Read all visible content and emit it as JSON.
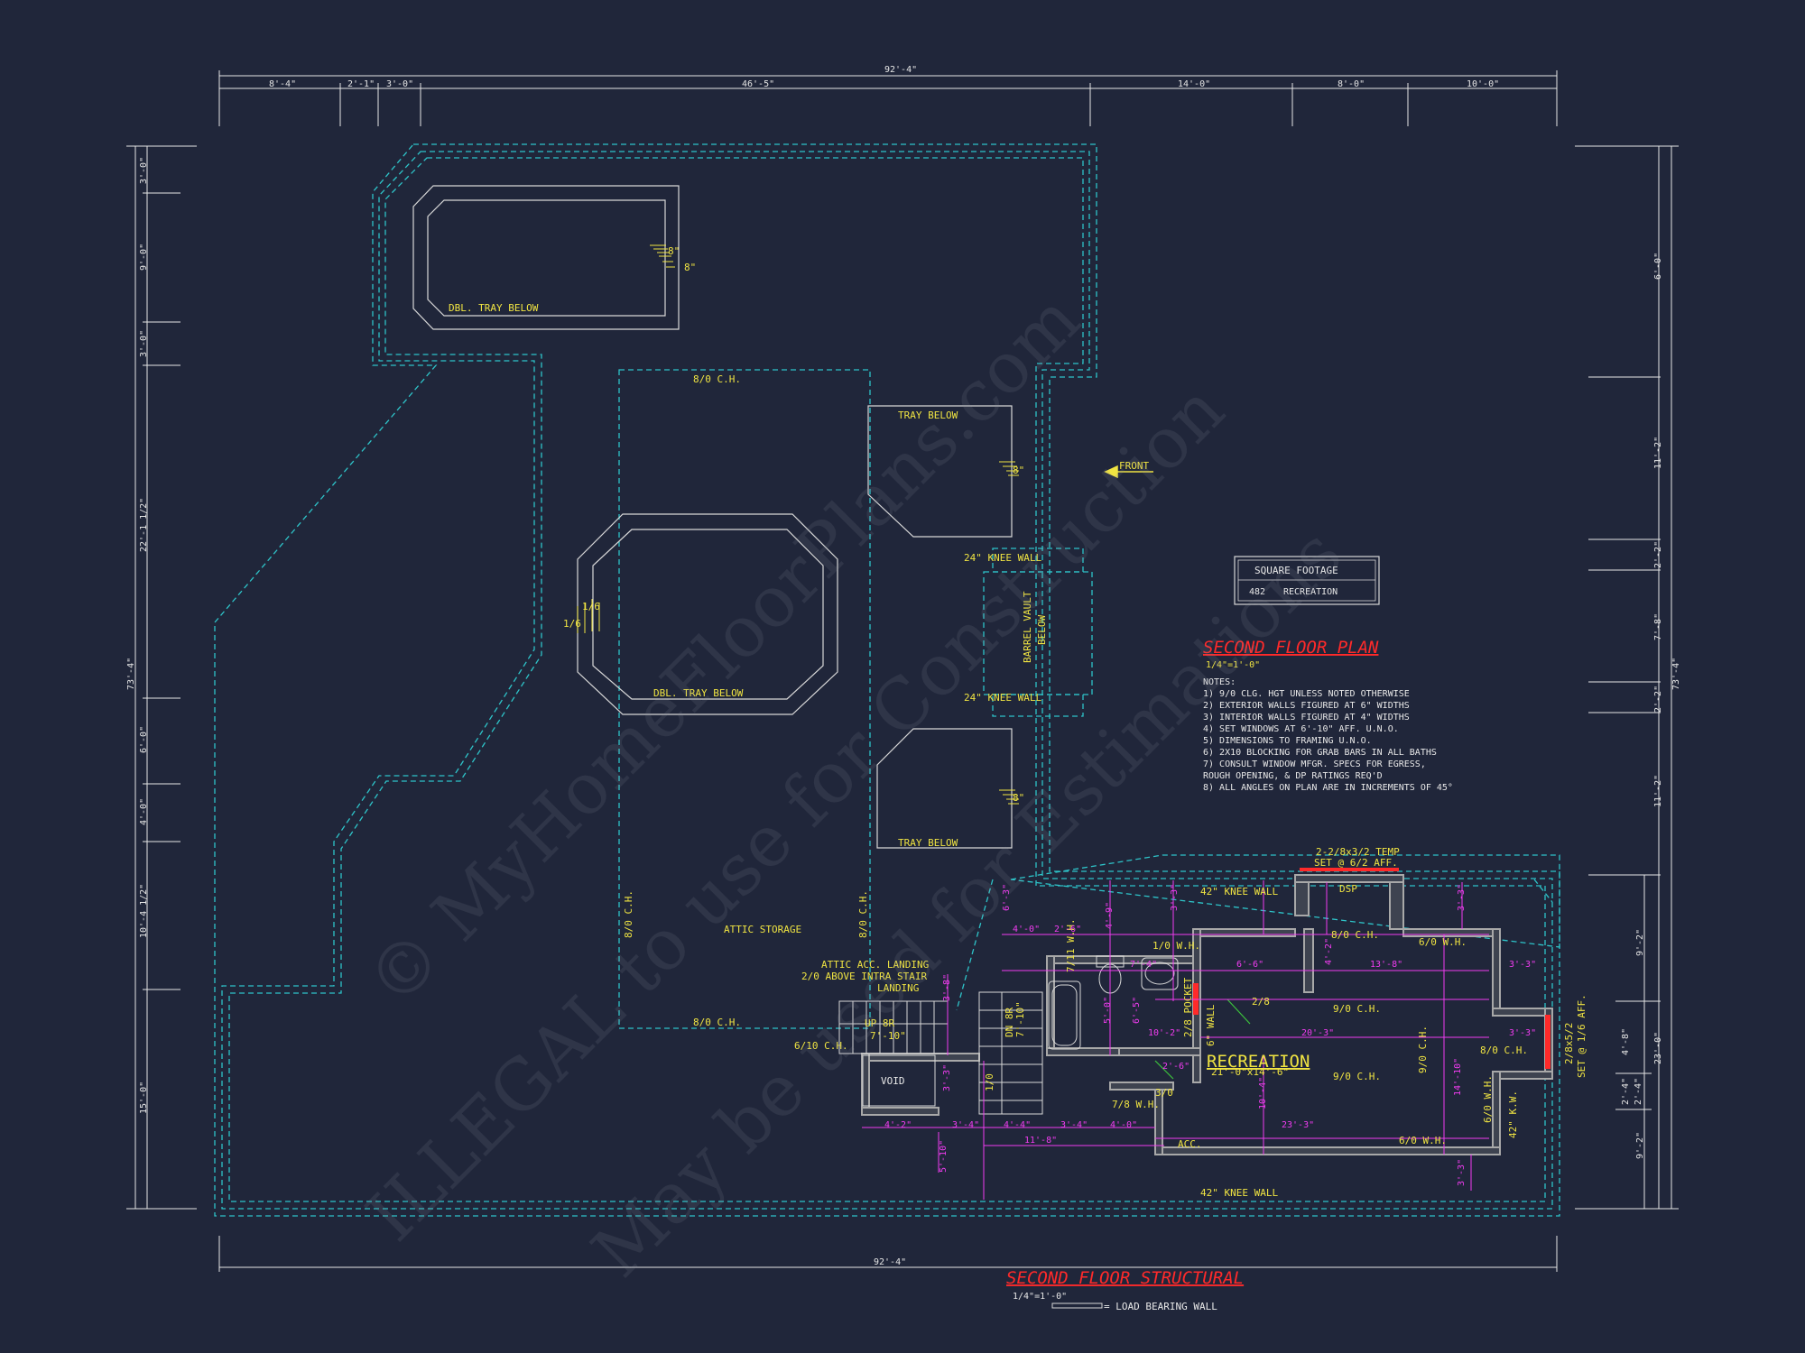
{
  "sheet": {
    "background": "#20263a",
    "colors": {
      "cyan": "#2ec4c9",
      "white": "#e8e8e8",
      "yellow": "#f0e442",
      "magenta": "#f03cf0",
      "red": "#ff2a2a",
      "gray": "#a8a8a8"
    }
  },
  "dims": {
    "top_overall": "92'-4\"",
    "top": [
      "8'-4\"",
      "2'-1\"",
      "3'-0\"",
      "46'-5\"",
      "14'-0\"",
      "8'-0\"",
      "10'-0\""
    ],
    "bottom_overall": "92'-4\"",
    "left_overall": "73'-4\"",
    "left": [
      "3'-0\"",
      "9'-0\"",
      "3'-0\"",
      "22'-1 1/2\"",
      "6'-0\"",
      "4'-0\"",
      "10'-4 1/2\"",
      "15'-0\""
    ],
    "right_overall": "73'-4\"",
    "right": [
      "6'-0\"",
      "11'-2\"",
      "2'-2\"",
      "7'-8\"",
      "2'-2\"",
      "11'-2\"",
      "9'-2\"",
      "23'-0\"",
      "9'-2\"",
      "4'-8\"",
      "2'-4\"",
      "2'-4\""
    ]
  },
  "labels": {
    "tray1": "DBL. TRAY BELOW",
    "tray2": "DBL. TRAY BELOW",
    "tray3": "TRAY BELOW",
    "tray4": "TRAY BELOW",
    "ch1": "8/0 C.H.",
    "ch2": "8/0 C.H.",
    "ch3": "8/0 C.H.",
    "ch4": "8/0 C.H.",
    "knee1": "24\" KNEE WALL",
    "knee2": "24\" KNEE WALL",
    "knee3": "42\" KNEE WALL",
    "knee4": "42\" KNEE WALL",
    "knee5": "42\" K.W.",
    "barrel": "BARREL VAULT",
    "barrel2": "BELOW",
    "front": "FRONT",
    "attic": "ATTIC STORAGE",
    "attic_landing1": "ATTIC ACC. LANDING",
    "attic_landing2": "2/0 ABOVE INTRA STAIR",
    "attic_landing3": "LANDING",
    "ch_610": "6/10 C.H.",
    "up": "UP 8R",
    "up2": "7'-10\"",
    "dn": "DN 8R",
    "dn2": "7'-10\"",
    "void": "VOID",
    "recreation": "RECREATION",
    "recreation_size": "21'-0\"x14'-6\"",
    "wh1": "6/0 W.H.",
    "wh2": "6/0 W.H.",
    "wh3": "7/8 W.H.",
    "wh4": "1/0 W.H.",
    "wh5": "6/0 W.H.",
    "wh6": "7/11 W.H.",
    "ch5": "9/0 C.H.",
    "ch6": "9/0 C.H.",
    "ch7": "9/0 C.H.",
    "ch8": "8/0 C.H.",
    "ch9": "8/0 C.H.",
    "dsp": "DSP",
    "temp1": "2-2/8x3/2 TEMP",
    "temp2": "SET @ 6/2 AFF.",
    "win_r1": "2/8x5/2",
    "win_r2": "SET @ 1/6 AFF.",
    "acc": "ACC.",
    "door_3_0": "3/0",
    "door_2_8": "2/8",
    "door_2_8b": "2/8 POCKET",
    "wall6": "6\" WALL",
    "d_10": "1/0"
  },
  "sqft": {
    "title": "SQUARE FOOTAGE",
    "value": "482",
    "label": "RECREATION"
  },
  "plan_title": {
    "title": "SECOND FLOOR PLAN",
    "scale": "1/4\"=1'-0\""
  },
  "notes": {
    "heading": "NOTES:",
    "items": [
      "1)  9/0 CLG. HGT UNLESS NOTED OTHERWISE",
      "2)  EXTERIOR WALLS FIGURED AT 6\" WIDTHS",
      "3)  INTERIOR WALLS FIGURED AT 4\" WIDTHS",
      "4)  SET WINDOWS AT 6'-10\" AFF. U.N.O.",
      "5)  DIMENSIONS TO FRAMING U.N.O.",
      "6)  2X10 BLOCKING FOR GRAB BARS IN ALL BATHS",
      "7)  CONSULT WINDOW MFGR. SPECS FOR EGRESS,",
      "     ROUGH OPENING, & DP RATINGS REQ'D",
      "8)  ALL ANGLES ON PLAN ARE IN INCREMENTS OF 45°"
    ]
  },
  "structural_title": {
    "title": "SECOND FLOOR STRUCTURAL",
    "scale": "1/4\"=1'-0\"",
    "legend": "= LOAD BEARING WALL"
  },
  "room_dims": {
    "h1": [
      "4'-0\"",
      "2'-6\"",
      "7'-4\"",
      "6'-6\"",
      "13'-8\"",
      "3'-3\"",
      "10'-2\"",
      "2'-6\"",
      "20'-3\"",
      "3'-3\"",
      "4'-2\"",
      "3'-4\"",
      "4'-4\"",
      "3'-4\"",
      "4'-0\"",
      "11'-8\"",
      "23'-3\""
    ],
    "v1": [
      "6'-3\"",
      "3'-3\"",
      "4'-9\"",
      "3'-3\"",
      "4'-2\"",
      "5'-0\"",
      "6'-5\"",
      "3'-8\"",
      "10'-4\"",
      "14'-10\"",
      "5'-10\"",
      "3'-3\"",
      "3'-3\""
    ],
    "small": [
      "8\"",
      "8\"",
      "8\"",
      "8\"",
      "1/6",
      "1/6"
    ]
  },
  "watermark": {
    "line1": "© MyHomeFloorPlans.com",
    "line2": "ILLEGAL to use for Construction",
    "line3": "May be used for Estimations"
  }
}
